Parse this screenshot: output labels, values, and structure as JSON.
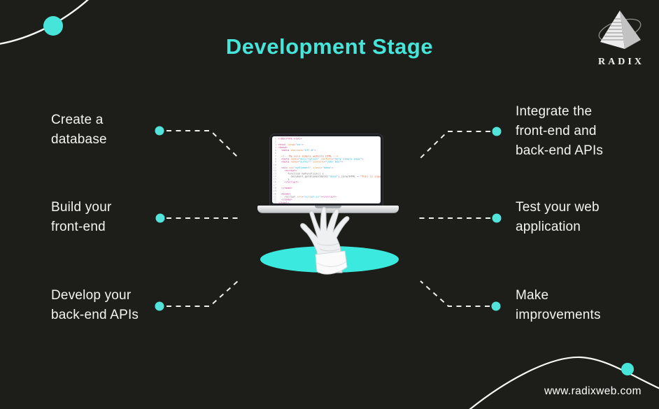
{
  "header": {
    "title": "Development Stage"
  },
  "logo": {
    "text": "RADIX",
    "pyramid_icon": "stepped-pyramid-with-orbit"
  },
  "stages": {
    "left": [
      {
        "label": "Create a\ndatabase"
      },
      {
        "label": "Build your\nfront-end"
      },
      {
        "label": "Develop your\nback-end APIs"
      }
    ],
    "right": [
      {
        "label": "Integrate the\nfront-end and\nback-end APIs"
      },
      {
        "label": "Test your web\napplication"
      },
      {
        "label": "Make\nimprovements"
      }
    ]
  },
  "footer": {
    "url": "www.radixweb.com"
  },
  "colors": {
    "background": "#1d1e19",
    "accent_cyan": "#46e4d9",
    "ellipse_cyan": "#3ce9de",
    "text_white": "#f3f3f1",
    "arc_white": "#f7f7f5"
  },
  "laptop": {
    "code": [
      [
        [
          "pink",
          "<!DOCTYPE html>"
        ]
      ],
      [],
      [
        [
          "pink",
          "<html "
        ],
        [
          "orange",
          "lang"
        ],
        [
          "pink",
          "="
        ],
        [
          "cyan",
          "\"en\""
        ],
        [
          "pink",
          ">"
        ]
      ],
      [
        [
          "pink",
          "<head>"
        ]
      ],
      [
        [
          "pink",
          "  <meta "
        ],
        [
          "orange",
          "charset"
        ],
        [
          "pink",
          "="
        ],
        [
          "cyan",
          "\"UTF-8\""
        ],
        [
          "pink",
          ">"
        ]
      ],
      [],
      [
        [
          "comment",
          "  <!-- My very simple website HTML -->"
        ]
      ],
      [
        [
          "pink",
          "  <meta "
        ],
        [
          "orange",
          "name"
        ],
        [
          "pink",
          "="
        ],
        [
          "cyan",
          "\"description\""
        ],
        [
          "orange",
          " content"
        ],
        [
          "pink",
          "="
        ],
        [
          "cyan",
          "\"Very simple page\""
        ],
        [
          "pink",
          ">"
        ]
      ],
      [
        [
          "pink",
          "  <meta "
        ],
        [
          "orange",
          "name"
        ],
        [
          "pink",
          "="
        ],
        [
          "cyan",
          "\"author\""
        ],
        [
          "orange",
          " content"
        ],
        [
          "pink",
          "="
        ],
        [
          "cyan",
          "\"John Doe\""
        ],
        [
          "pink",
          ">"
        ]
      ],
      [],
      [
        [
          "pink",
          "  <div "
        ],
        [
          "orange",
          "id"
        ],
        [
          "pink",
          "="
        ],
        [
          "cyan",
          "\"myElement\""
        ],
        [
          "orange",
          " class"
        ],
        [
          "pink",
          "="
        ],
        [
          "cyan",
          "\"demo\""
        ],
        [
          "pink",
          ">"
        ]
      ],
      [
        [
          "pink",
          "    <script>"
        ]
      ],
      [
        [
          "gray",
          "      function myFunction() {"
        ]
      ],
      [
        [
          "gray",
          "        document.getElementById("
        ],
        [
          "cyan",
          "\"demo\""
        ],
        [
          "gray",
          ").innerHTML = "
        ],
        [
          "comment",
          "\"This is super simple\""
        ],
        [
          "gray",
          ";"
        ]
      ],
      [
        [
          "gray",
          "      }"
        ]
      ],
      [
        [
          "pink",
          "    </script>"
        ]
      ],
      [],
      [
        [
          "pink",
          "  </head>"
        ]
      ],
      [],
      [
        [
          "pink",
          "  <body>"
        ]
      ],
      [
        [
          "gray",
          "    <script "
        ],
        [
          "orange",
          "src"
        ],
        [
          "pink",
          "="
        ],
        [
          "cyan",
          "\"script.js\""
        ],
        [
          "pink",
          "></script>"
        ]
      ],
      [
        [
          "pink",
          "  </body>"
        ]
      ],
      [
        [
          "pink",
          "</html>"
        ]
      ]
    ]
  }
}
